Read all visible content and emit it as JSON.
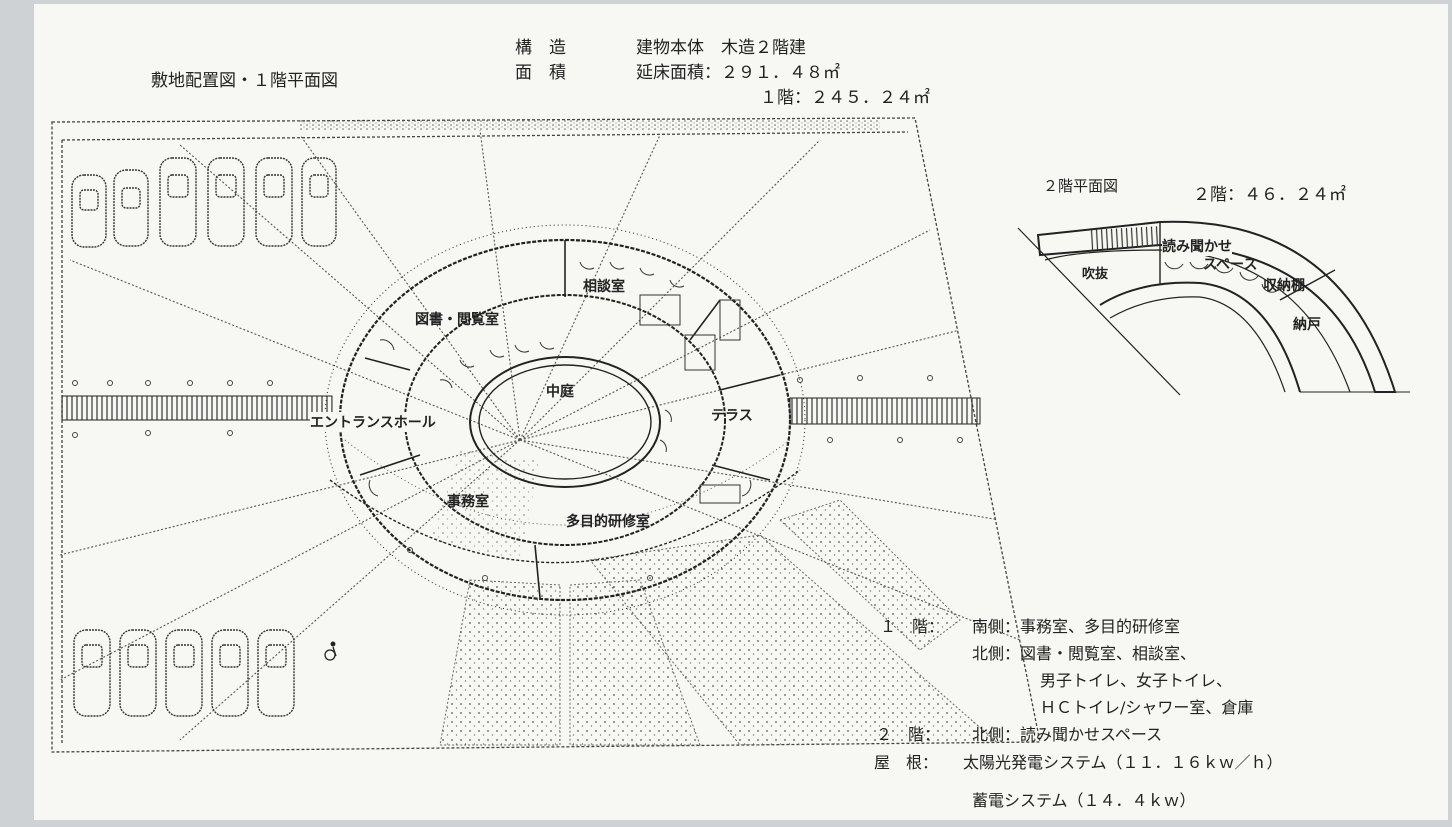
{
  "header": {
    "site_plan_title": "敷地配置図・１階平面図",
    "structure_label": "構　造",
    "structure_value": "建物本体　木造２階建",
    "area_label": "面　積",
    "area_value": "延床面積：２９１．４８㎡",
    "area_floor1": "１階：２４５．２４㎡"
  },
  "floor1_rooms": {
    "reading_room": "図書・閲覧室",
    "consultation": "相談室",
    "courtyard": "中庭",
    "entrance": "エントランスホール",
    "terrace": "テラス",
    "office": "事務室",
    "training": "多目的研修室"
  },
  "floor2": {
    "title": "２階平面図",
    "area": "２階：４６．２４㎡",
    "void": "吹抜",
    "storytelling": "読み聞かせ",
    "storytelling2": "スペース",
    "storage_shelf": "収納棚",
    "closet": "納戸"
  },
  "notes": [
    {
      "label": "１　階：",
      "text": "南側：事務室、多目的研修室"
    },
    {
      "label": "",
      "text": "北側：図書・閲覧室、相談室、"
    },
    {
      "label": "",
      "text": "男子トイレ、女子トイレ、"
    },
    {
      "label": "",
      "text": "ＨＣトイレ/シャワー室、倉庫"
    },
    {
      "label": "２　階：",
      "text": "北側：読み聞かせスペース"
    },
    {
      "label": "屋　根：",
      "text": "太陽光発電システム（１１．１６ｋｗ／ｈ）"
    },
    {
      "label": "",
      "text": "蓄電システム（１４．４ｋｗ）"
    }
  ],
  "icons": [
    "car-icon",
    "wheelchair-icon",
    "door-swing-icon"
  ],
  "colors": {
    "paper": "#f7f7f3",
    "ink": "#222222",
    "background": "#cfd2d4"
  }
}
